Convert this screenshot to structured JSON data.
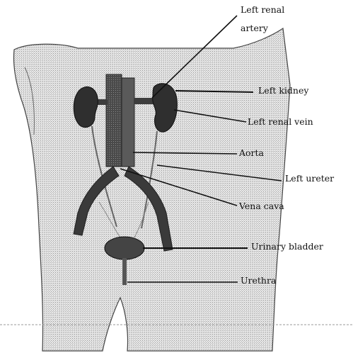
{
  "diagram": {
    "labels": {
      "left_renal_artery_line1": "Left renal",
      "left_renal_artery_line2": "artery",
      "left_kidney": "Left kidney",
      "left_renal_vein": "Left renal vein",
      "aorta": "Aorta",
      "left_ureter": "Left ureter",
      "vena_cava": "Vena cava",
      "urinary_bladder": "Urinary bladder",
      "urethra": "Urethra"
    }
  },
  "colors": {
    "organ_dark": "#3a3a3a",
    "body_shade": "#d9d9d9",
    "outline": "#222222",
    "leader": "#111111"
  }
}
